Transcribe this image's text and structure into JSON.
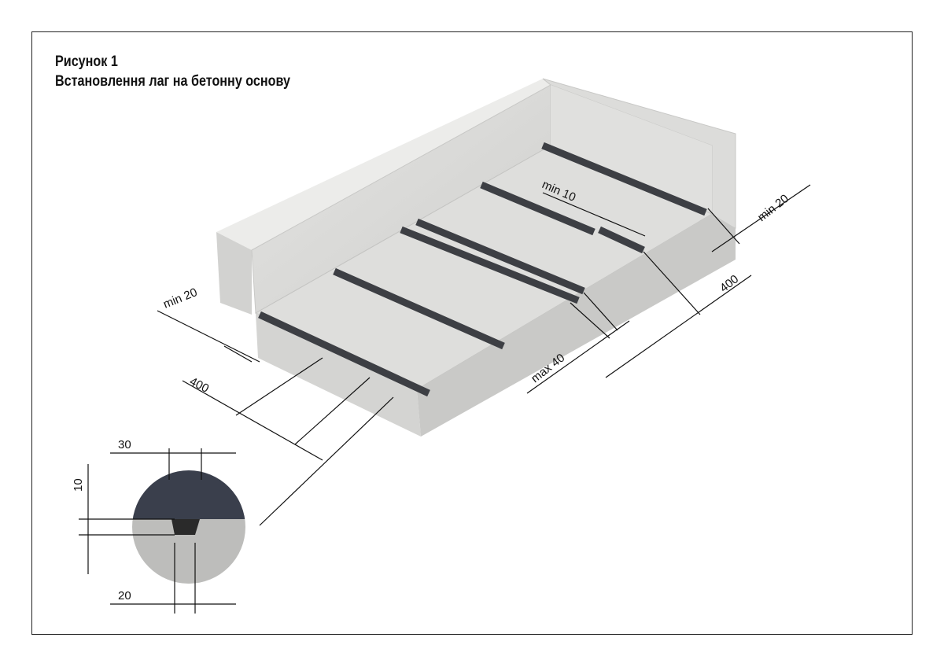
{
  "figure": {
    "number_label": "Рисунок 1",
    "caption": "Встановлення лаг на бетонну основу"
  },
  "dimensions": {
    "min_gap_left": "min 20",
    "min_gap_right": "min 20",
    "min_gap_joints": "min 10",
    "max_gap": "max 40",
    "spacing_left": "400",
    "spacing_right": "400",
    "section_width_top": "30",
    "section_height": "10",
    "section_width_bottom": "20"
  },
  "colors": {
    "joist": "#3d3f44",
    "concrete": "#d9d9d7",
    "section_dark": "#3a3f4c"
  }
}
